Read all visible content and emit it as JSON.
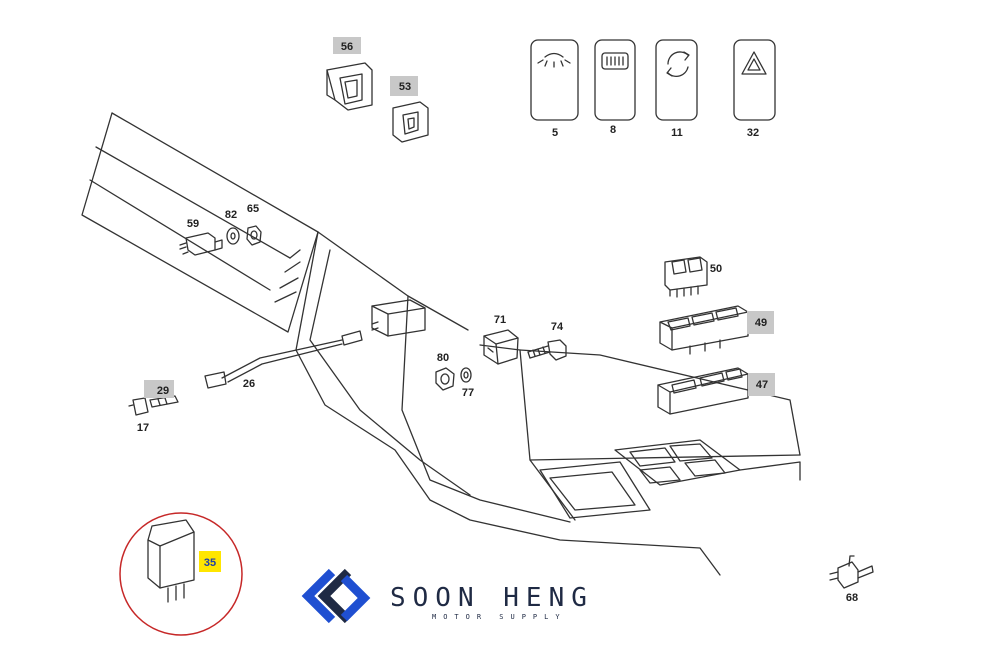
{
  "parts": {
    "p56": "56",
    "p53": "53",
    "p5": "5",
    "p8": "8",
    "p11": "11",
    "p32": "32",
    "p59": "59",
    "p82": "82",
    "p65": "65",
    "p50": "50",
    "p71": "71",
    "p74": "74",
    "p49": "49",
    "p47": "47",
    "p80": "80",
    "p77": "77",
    "p29": "29",
    "p26": "26",
    "p17": "17",
    "p35": "35",
    "p68": "68"
  },
  "brand": {
    "name": "SOON HENG",
    "tagline": "MOTOR SUPPLY"
  },
  "colors": {
    "line": "#333333",
    "tag_grey": "#c8c8c8",
    "highlight": "#ffe600",
    "circle": "#c62828",
    "logo_blue": "#1f4fd1",
    "logo_navy": "#1f2a44"
  },
  "icons": [
    "interior-light-icon",
    "rear-defrost-icon",
    "recirculation-icon",
    "hazard-warning-icon"
  ]
}
